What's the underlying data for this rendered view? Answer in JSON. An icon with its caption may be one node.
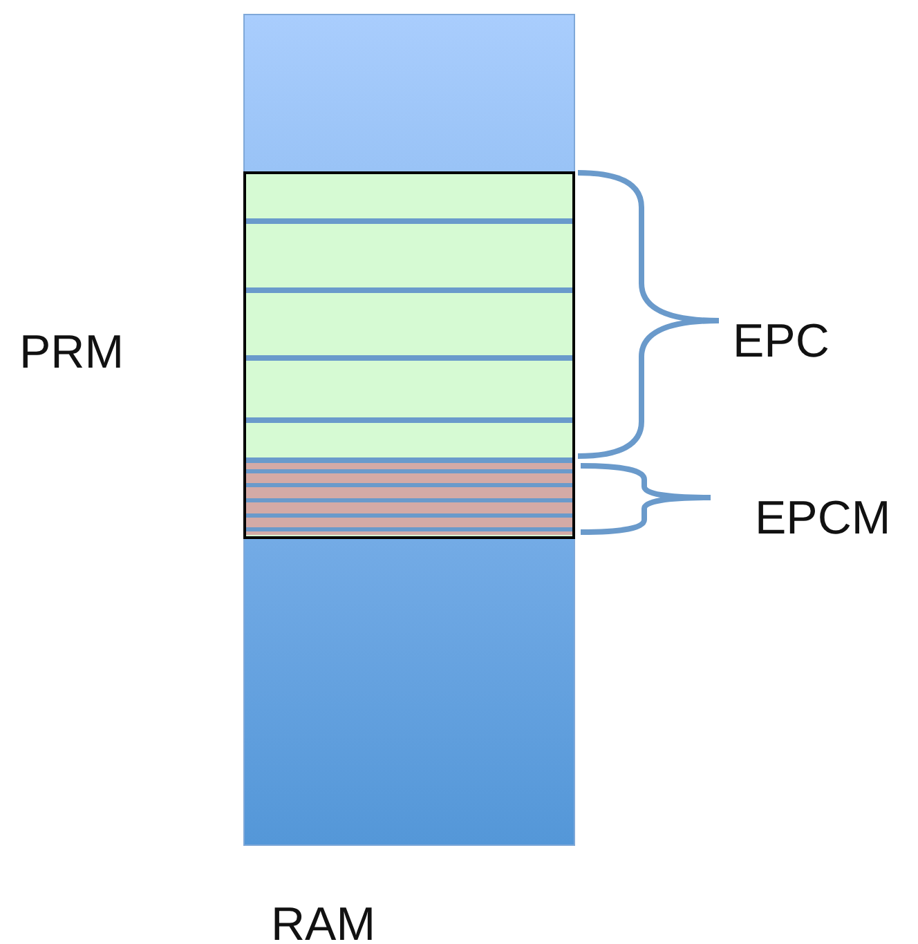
{
  "diagram": {
    "nodes": [
      {
        "text": [
          "RAM"
        ]
      }
    ],
    "labels": [
      "PRM",
      "EPC",
      "EPCM"
    ]
  }
}
